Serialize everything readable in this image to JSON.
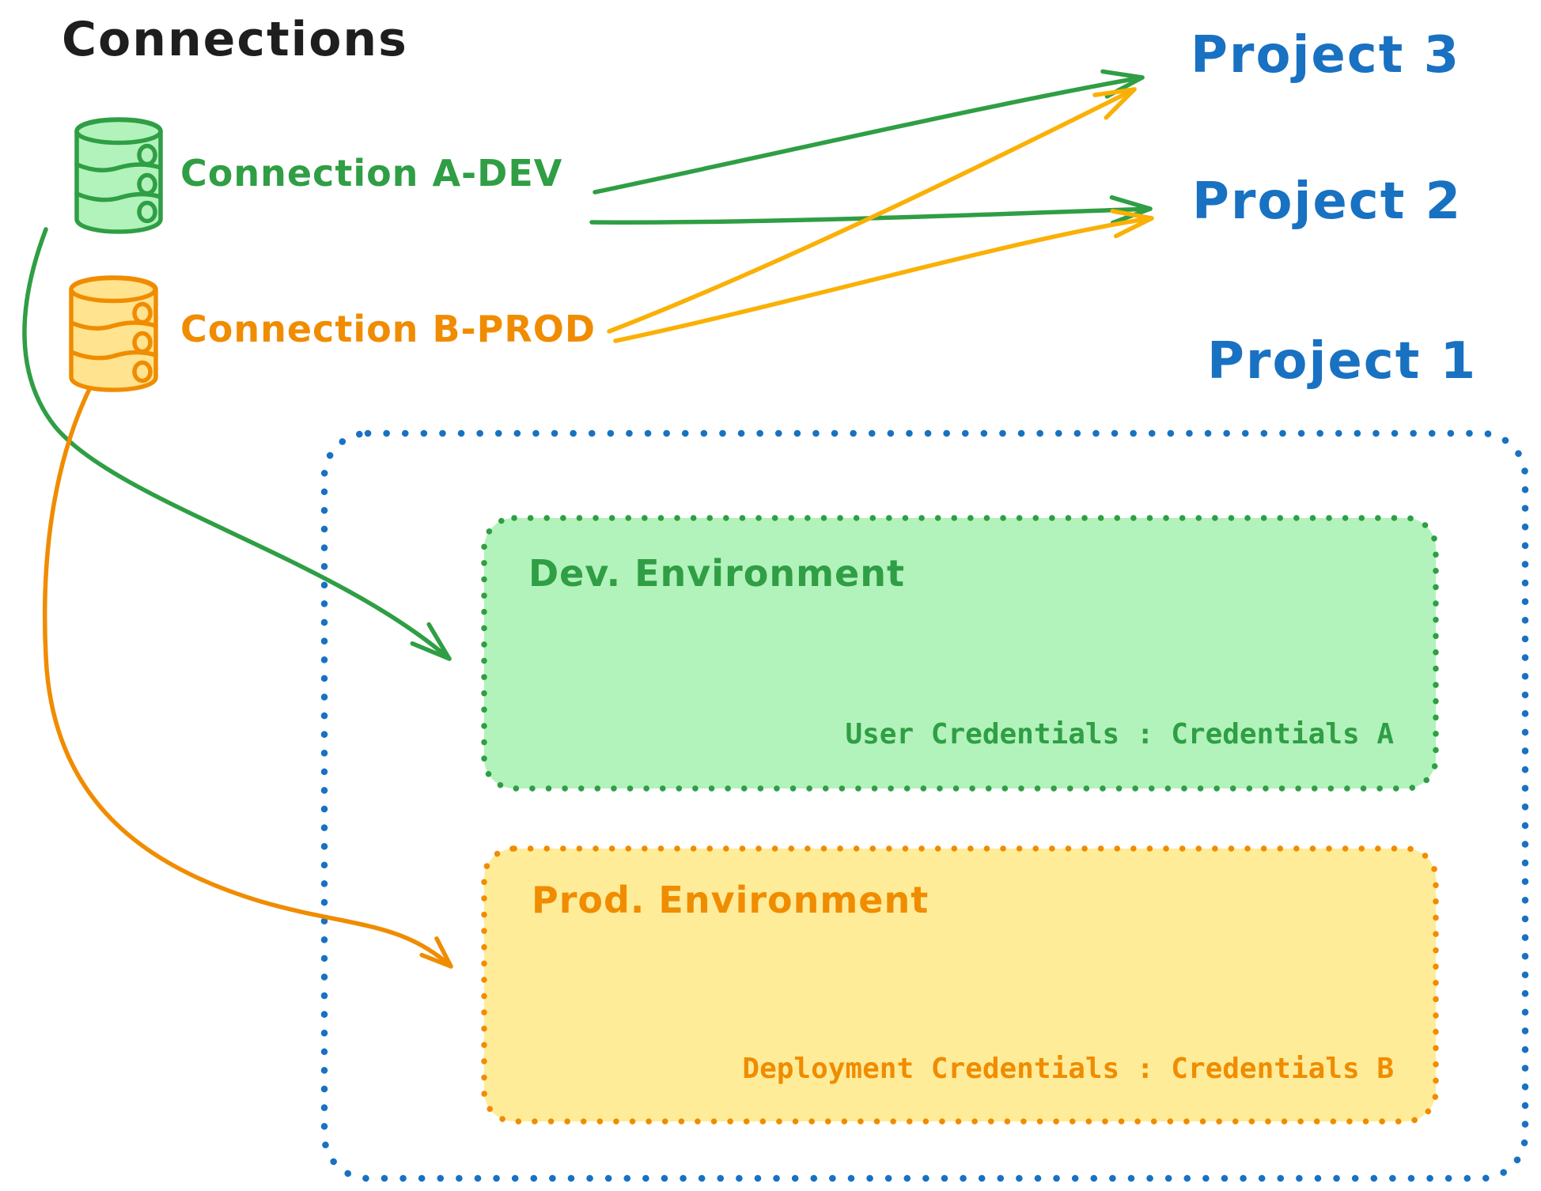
{
  "title": "Connections",
  "colors": {
    "black": "#1e1e1e",
    "green": "#2f9e44",
    "green_fill": "#b2f2bb",
    "orange": "#f08c00",
    "orange_arrow": "#fab005",
    "orange_fill": "#ffec99",
    "blue": "#1971c2"
  },
  "connections": [
    {
      "id": "a-dev",
      "label": "Connection A-DEV",
      "color": "#2f9e44",
      "icon": "database-icon",
      "targets": [
        "Project 3",
        "Project 2",
        "Dev. Environment"
      ]
    },
    {
      "id": "b-prod",
      "label": "Connection B-PROD",
      "color": "#f08c00",
      "icon": "database-icon",
      "targets": [
        "Project 3",
        "Project 2",
        "Prod. Environment"
      ]
    }
  ],
  "projects": [
    {
      "label": "Project 3"
    },
    {
      "label": "Project 2"
    },
    {
      "label": "Project 1"
    }
  ],
  "project1": {
    "environments": [
      {
        "id": "dev",
        "title": "Dev. Environment",
        "credentials": "User Credentials : Credentials A",
        "stroke": "#2f9e44",
        "fill": "#b2f2bb"
      },
      {
        "id": "prod",
        "title": "Prod. Environment",
        "credentials": "Deployment Credentials : Credentials B",
        "stroke": "#f08c00",
        "fill": "#ffec99"
      }
    ]
  }
}
